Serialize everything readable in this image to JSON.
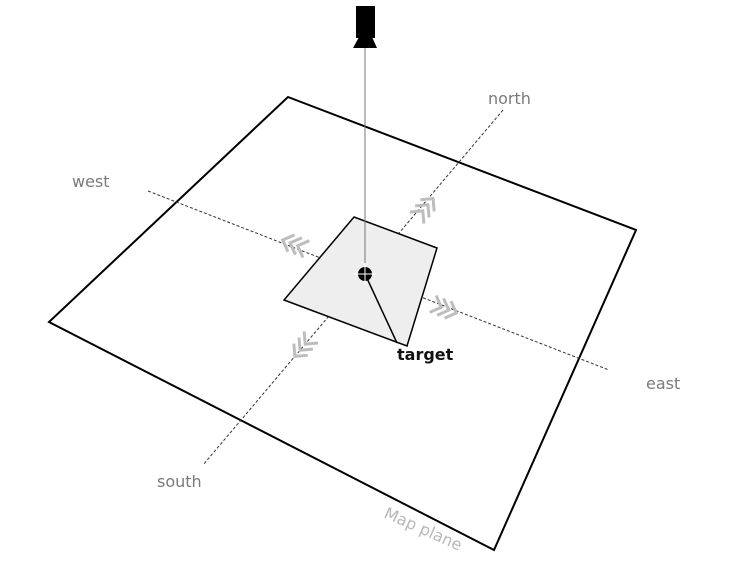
{
  "labels": {
    "north": "north",
    "south": "south",
    "east": "east",
    "west": "west",
    "target": "target",
    "plane": "Map plane"
  },
  "colors": {
    "outline": "#000000",
    "axis": "#333333",
    "target_fill": "#eeeeee",
    "arrow": "#bdbdbd",
    "label": "#7a7a7a",
    "plane_label": "#b8b8b8"
  },
  "icons": {
    "camera": "camera-icon",
    "target_point": "target-dot-icon",
    "pan_arrows": "double-chevron-icon"
  }
}
